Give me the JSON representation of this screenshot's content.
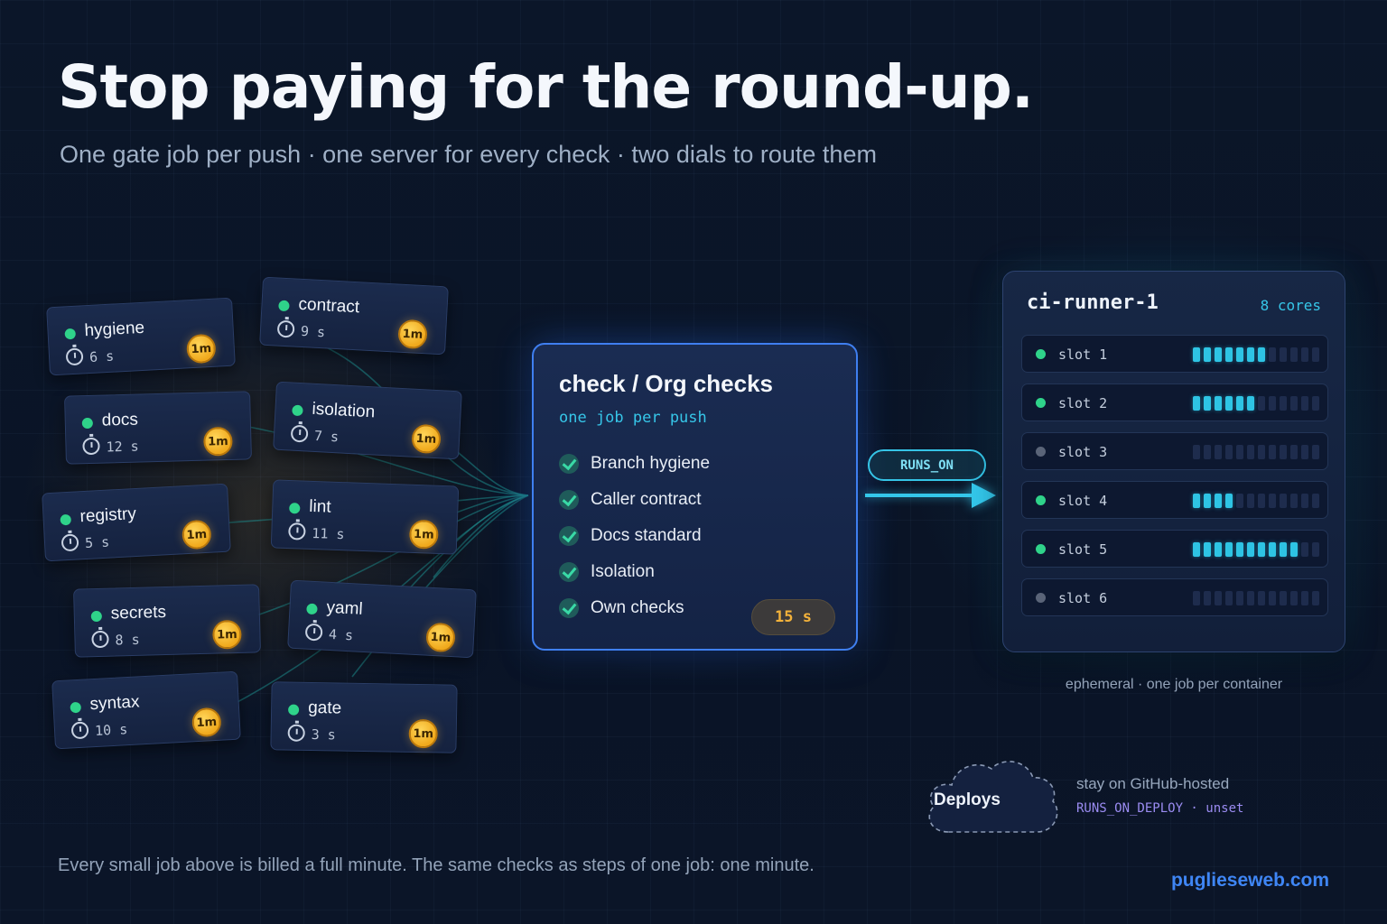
{
  "header": {
    "title": "Stop paying for the round-up.",
    "subtitle": "One gate job per push · one server for every check · two dials to route them"
  },
  "jobs": [
    {
      "name": "hygiene",
      "duration": "6 s",
      "billed": "1m"
    },
    {
      "name": "contract",
      "duration": "9 s",
      "billed": "1m"
    },
    {
      "name": "docs",
      "duration": "12 s",
      "billed": "1m"
    },
    {
      "name": "isolation",
      "duration": "7 s",
      "billed": "1m"
    },
    {
      "name": "registry",
      "duration": "5 s",
      "billed": "1m"
    },
    {
      "name": "lint",
      "duration": "11 s",
      "billed": "1m"
    },
    {
      "name": "secrets",
      "duration": "8 s",
      "billed": "1m"
    },
    {
      "name": "yaml",
      "duration": "4 s",
      "billed": "1m"
    },
    {
      "name": "syntax",
      "duration": "10 s",
      "billed": "1m"
    },
    {
      "name": "gate",
      "duration": "3 s",
      "billed": "1m"
    }
  ],
  "gate_job": {
    "title": "check / Org checks",
    "subtitle": "one job per push",
    "checks": [
      "Branch hygiene",
      "Caller contract",
      "Docs standard",
      "Isolation",
      "Own checks"
    ],
    "duration": "15 s"
  },
  "routing": {
    "label": "RUNS_ON"
  },
  "runner": {
    "name": "ci-runner-1",
    "cores": "8 cores",
    "slots": [
      {
        "label": "slot 1",
        "active": true,
        "load": 7
      },
      {
        "label": "slot 2",
        "active": true,
        "load": 6
      },
      {
        "label": "slot 3",
        "active": false,
        "load": 0
      },
      {
        "label": "slot 4",
        "active": true,
        "load": 4
      },
      {
        "label": "slot 5",
        "active": true,
        "load": 10
      },
      {
        "label": "slot 6",
        "active": false,
        "load": 0
      }
    ],
    "bar_count": 12,
    "caption": "ephemeral · one job per container"
  },
  "deploy": {
    "label": "Deploys",
    "note": "stay on GitHub-hosted",
    "variable": "RUNS_ON_DEPLOY · unset"
  },
  "footer": {
    "note": "Every small job above is billed a full minute. The same checks as steps of one job: one minute.",
    "brand": "puglieseweb.com"
  },
  "colors": {
    "accent_blue": "#3f7ff0",
    "accent_cyan": "#34c7ea",
    "status_green": "#2fd38a",
    "coin_gold": "#f0a91c",
    "brand": "#3f86f5"
  }
}
